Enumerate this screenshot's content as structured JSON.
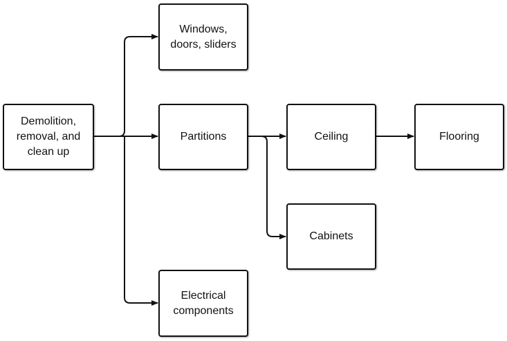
{
  "diagram": {
    "nodes": [
      {
        "id": "demolition",
        "label": "Demolition,\nremoval, and\nclean up"
      },
      {
        "id": "windows",
        "label": "Windows,\ndoors, sliders"
      },
      {
        "id": "partitions",
        "label": "Partitions"
      },
      {
        "id": "electrical",
        "label": "Electrical\ncomponents"
      },
      {
        "id": "ceiling",
        "label": "Ceiling"
      },
      {
        "id": "cabinets",
        "label": "Cabinets"
      },
      {
        "id": "flooring",
        "label": "Flooring"
      }
    ],
    "edges": [
      {
        "from": "demolition",
        "to": "windows"
      },
      {
        "from": "demolition",
        "to": "partitions"
      },
      {
        "from": "demolition",
        "to": "electrical"
      },
      {
        "from": "partitions",
        "to": "ceiling"
      },
      {
        "from": "partitions",
        "to": "cabinets"
      },
      {
        "from": "ceiling",
        "to": "flooring"
      }
    ],
    "colors": {
      "stroke": "#111111",
      "fill": "#ffffff"
    }
  }
}
